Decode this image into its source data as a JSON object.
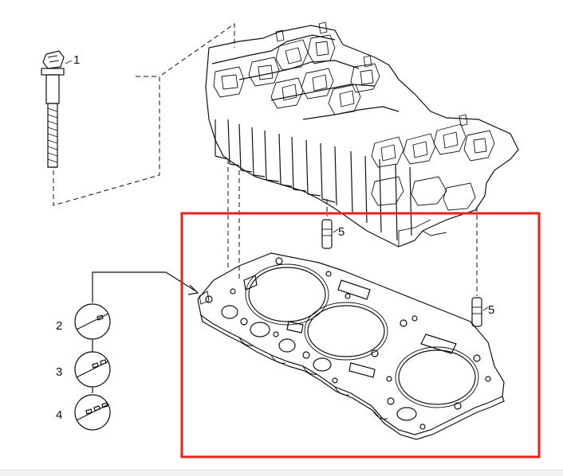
{
  "diagram": {
    "callouts": {
      "bolt": "1",
      "gasket_1_notch": "2",
      "gasket_2_notch": "3",
      "gasket_3_notch": "4",
      "dowel_pin_left": "5",
      "dowel_pin_right": "5"
    },
    "colors": {
      "highlight_box": "#e8221b",
      "line": "#111111",
      "background": "#ffffff"
    }
  }
}
